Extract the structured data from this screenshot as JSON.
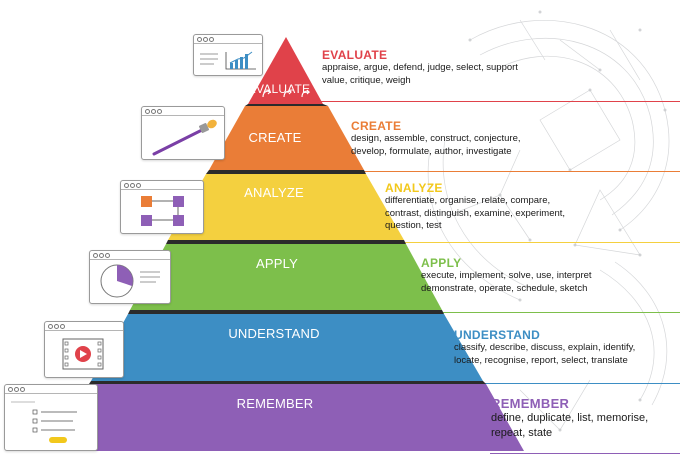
{
  "tiers": [
    {
      "key": "evaluate",
      "label": "EVALUATE",
      "color": "#e0424a",
      "heading_color": "#e0424a",
      "verbs": "appraise, argue, defend, judge, select, support value, critique, weigh",
      "icon": "line-chart-icon"
    },
    {
      "key": "create",
      "label": "CREATE",
      "color": "#ea7d37",
      "heading_color": "#ea7d37",
      "verbs": "design, assemble, construct, conjecture, develop, formulate, author, investigate",
      "icon": "paintbrush-icon"
    },
    {
      "key": "analyze",
      "label": "ANALYZE",
      "color": "#f4d03f",
      "heading_color": "#f2c81c",
      "verbs": "differentiate, organise, relate, compare, contrast, distinguish, examine, experiment, question, test",
      "icon": "flow-blocks-icon"
    },
    {
      "key": "apply",
      "label": "APPLY",
      "color": "#7dbf4b",
      "heading_color": "#7dbf4b",
      "verbs": "execute, implement, solve, use, interpret demonstrate, operate, schedule, sketch",
      "icon": "pie-chart-icon"
    },
    {
      "key": "understand",
      "label": "UNDERSTAND",
      "color": "#3d8ec4",
      "heading_color": "#3d8ec4",
      "verbs": "classify, describe, discuss, explain, identify, locate, recognise, report, select, translate",
      "icon": "video-player-icon"
    },
    {
      "key": "remember",
      "label": "REMEMBER",
      "color": "#8e5fb6",
      "heading_color": "#8e5fb6",
      "verbs": "define, duplicate, list, memorise, repeat, state",
      "icon": "checklist-icon"
    }
  ]
}
